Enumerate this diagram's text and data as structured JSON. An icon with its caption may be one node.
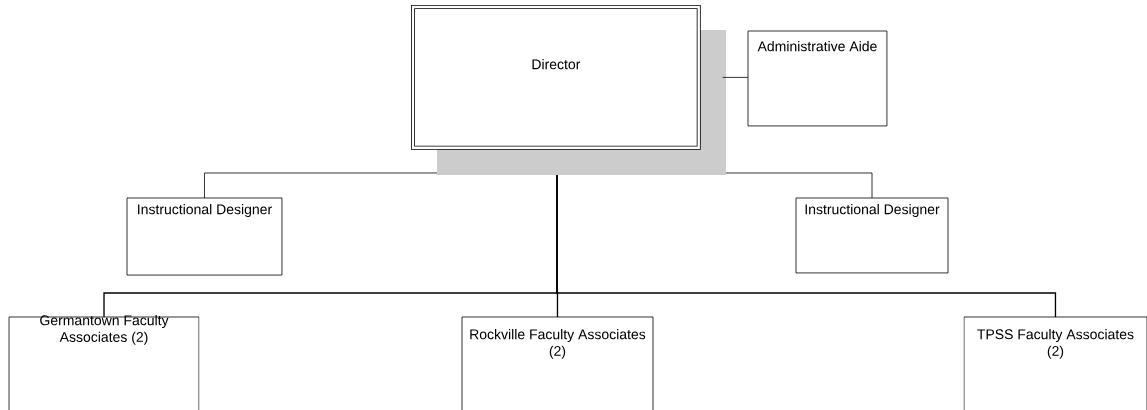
{
  "diagram": {
    "nodes": [
      {
        "text": [
          "Director"
        ]
      },
      {
        "text": [
          "Administrative Aide"
        ]
      },
      {
        "text": [
          "Instructional Designer"
        ]
      },
      {
        "text": [
          "Instructional Designer"
        ]
      },
      {
        "text": [
          "Germantown Faculty Associates (2)"
        ]
      },
      {
        "text": [
          "Rockville Faculty Associates (2)"
        ]
      },
      {
        "text": [
          "TPSS Faculty Associates (2)"
        ]
      }
    ],
    "edges": [
      {
        "from": 0,
        "to": 1,
        "arrow": "none"
      },
      {
        "from": 0,
        "to": 2,
        "arrow": "none"
      },
      {
        "from": 0,
        "to": 3,
        "arrow": "none"
      },
      {
        "from": 0,
        "to": 4,
        "arrow": "none"
      },
      {
        "from": 0,
        "to": 5,
        "arrow": "none"
      },
      {
        "from": 0,
        "to": 6,
        "arrow": "none"
      }
    ]
  }
}
